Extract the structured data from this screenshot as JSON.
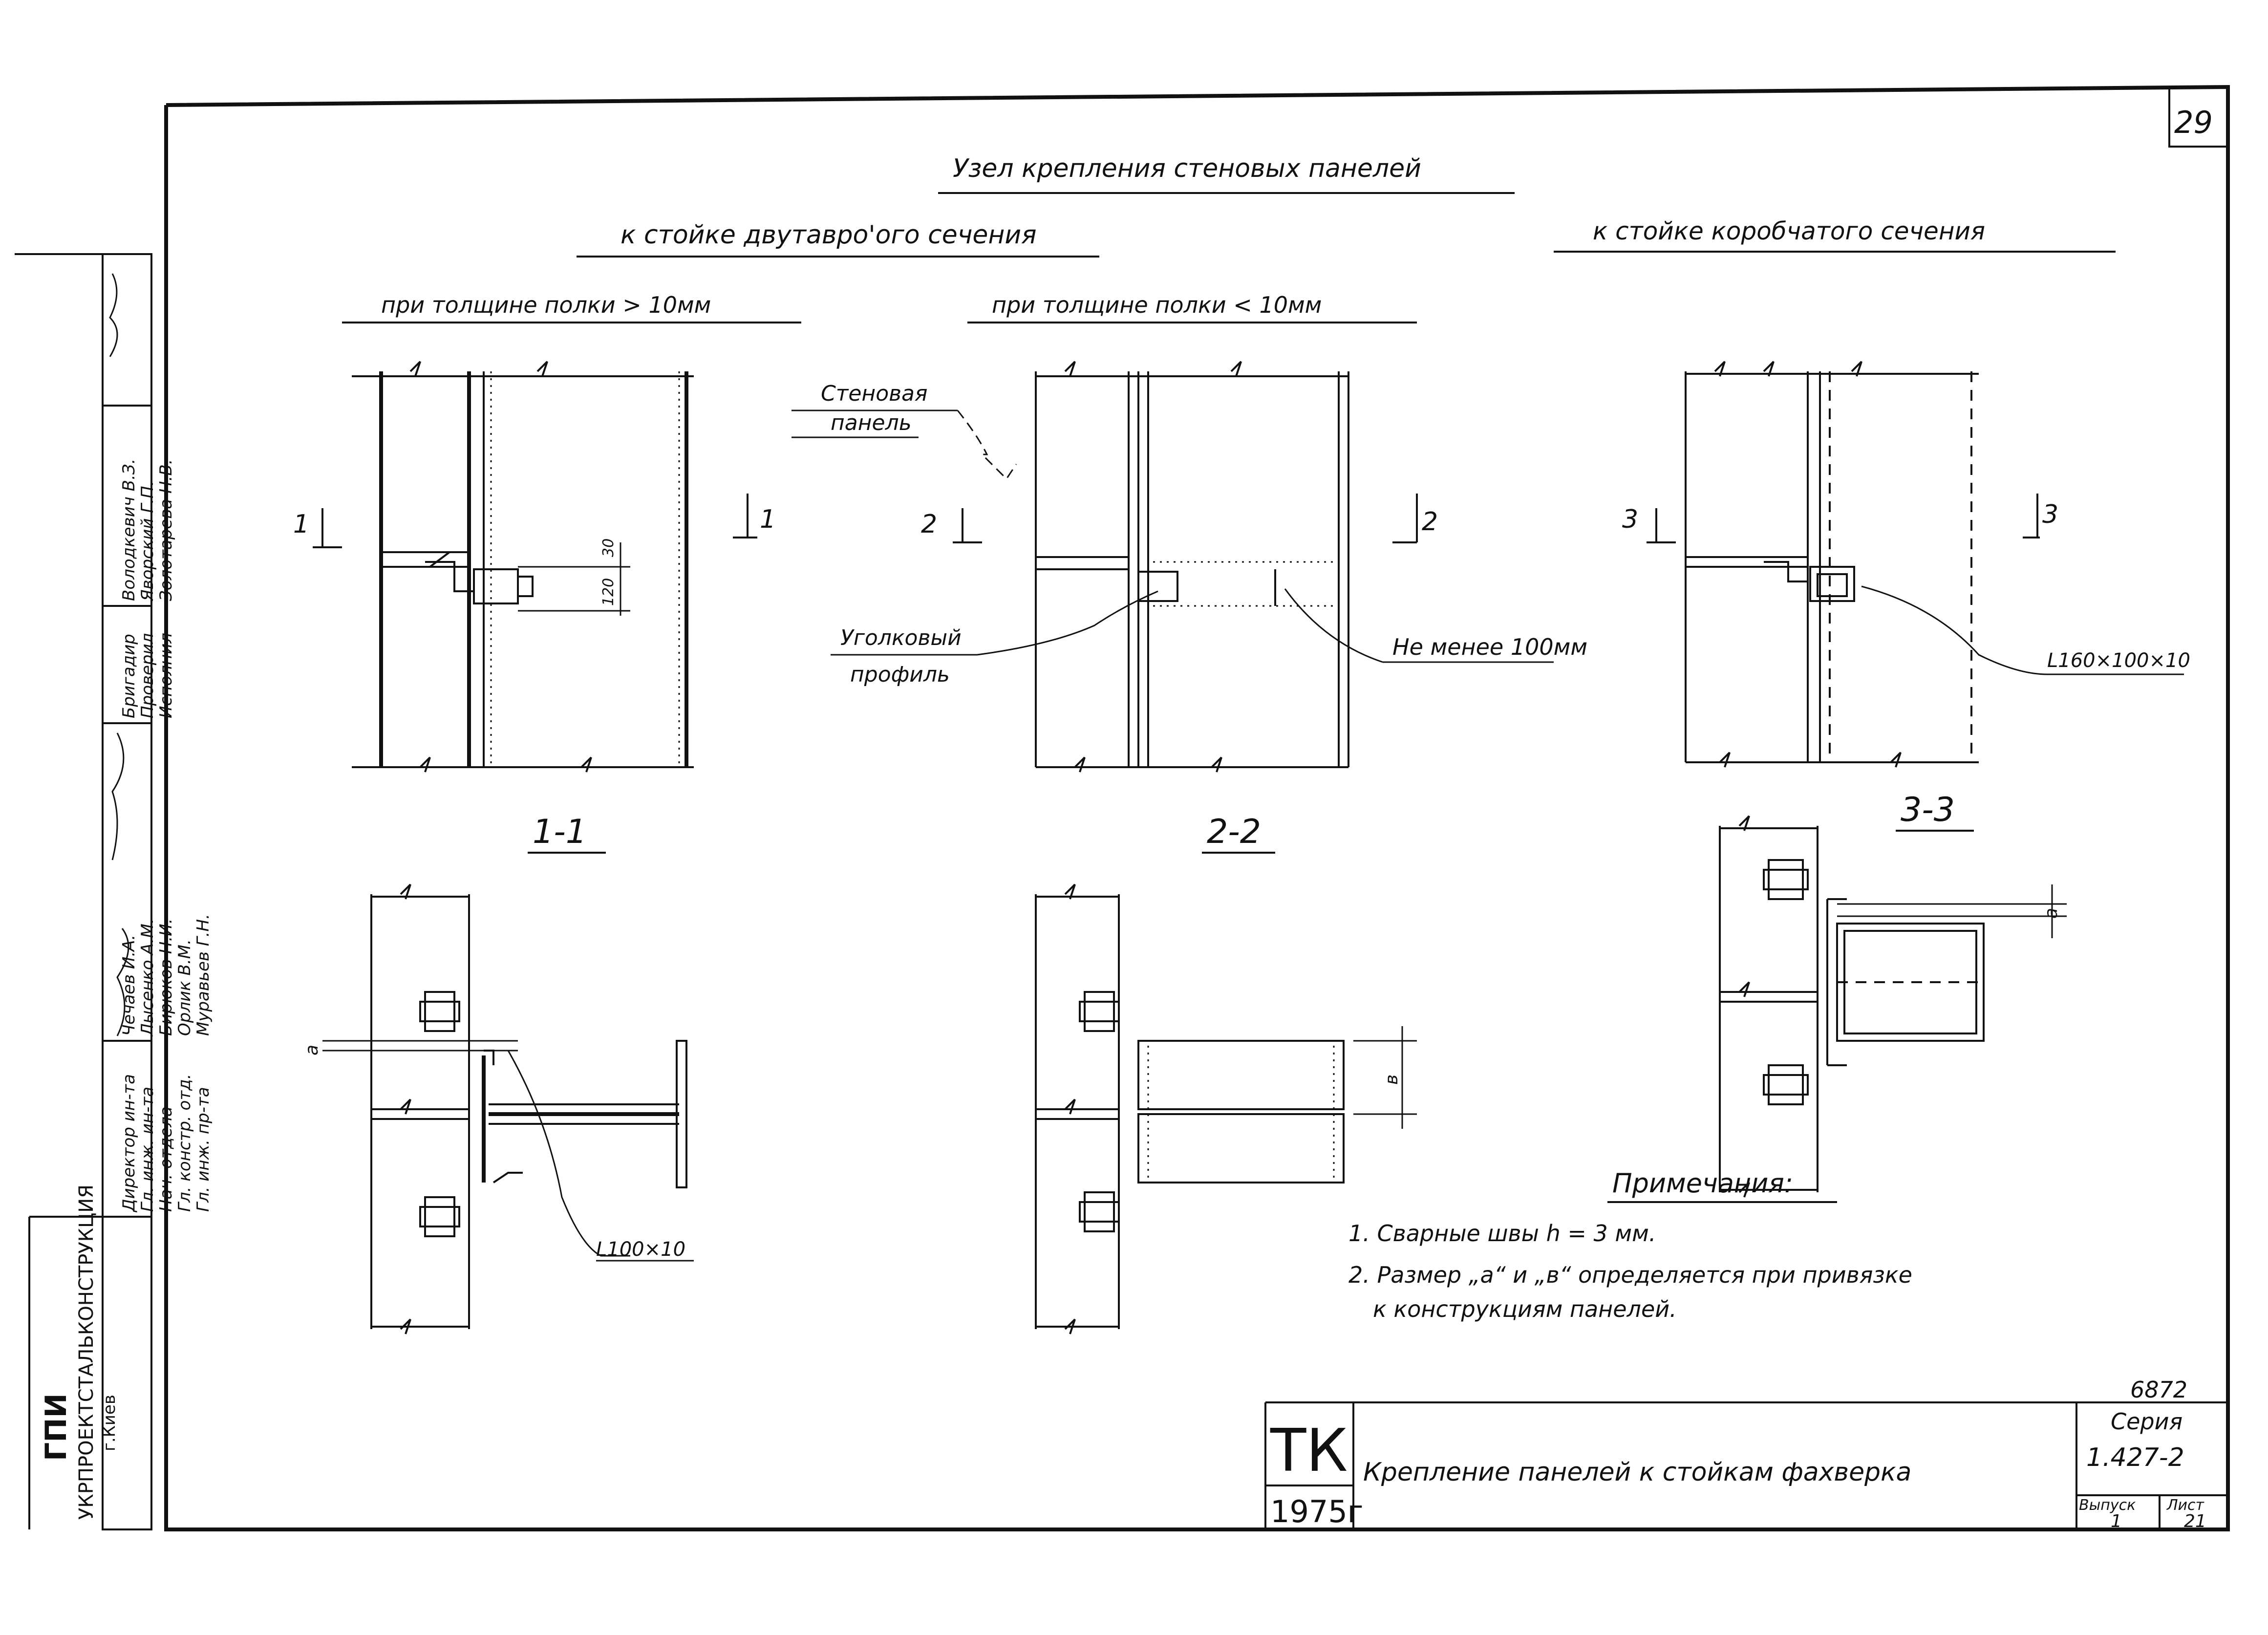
{
  "sheet": {
    "page_number": "29",
    "series_stamp": "6872"
  },
  "titles": {
    "main": "Узел крепления стеновых панелей",
    "left_group": "к стойке двутавро'ого сечения",
    "right_group": "к стойке коробчатого сечения",
    "sub_thick": "при толщине полки > 10мм",
    "sub_thin": "при толщине полки < 10мм"
  },
  "labels": {
    "wall_panel_1": "Стеновая",
    "wall_panel_2": "панель",
    "angle_profile_1": "Уголковый",
    "angle_profile_2": "профиль",
    "not_less": "Не менее 100мм",
    "angle_l160": "L160×100×10",
    "angle_l100": "L100×10",
    "dim_a": "а",
    "dim_b": "в",
    "dim_120": "120",
    "dim_30": "30",
    "cut1": "1",
    "cut2": "2",
    "cut3": "3",
    "sec_1": "1-1",
    "sec_2": "2-2",
    "sec_3": "3-3"
  },
  "notes": {
    "heading": "Примечания:",
    "n1": "1. Сварные швы h = 3 мм.",
    "n2a": "2. Размер „а“ и „в“ определяется при привязке",
    "n2b": "к конструкциям панелей."
  },
  "title_block": {
    "logo_top": "ТК",
    "logo_year": "1975г",
    "drawing_name": "Крепление панелей  к стойкам фахверка",
    "series_label": "Серия",
    "series_value": "1.427-2",
    "issue_label": "Выпуск",
    "issue_value": "1",
    "sheet_label": "Лист",
    "sheet_value": "21"
  },
  "side_stamp": {
    "org1": "ГПИ",
    "org2": "УКРПРОЕКТСТАЛЬКОНСТРУКЦИЯ",
    "org3": "г.Киев",
    "roles": [
      "Директор ин-та",
      "Гл. инж. ин-та",
      "Нач. отдела",
      "Гл. констр. отд.",
      "Гл. инж. пр-та"
    ],
    "names": [
      "Чечаев И.А.",
      "Лысенко А.М.",
      "Бирюков Н.И.",
      "Орлик В.М.",
      "Муравьев Г.Н."
    ],
    "roles2": [
      "Бригадир",
      "Проверил",
      "Исполнил"
    ],
    "names2": [
      "Володкевич В.З.",
      "Яворский Г.П.",
      "Золотарева Н.В."
    ]
  }
}
